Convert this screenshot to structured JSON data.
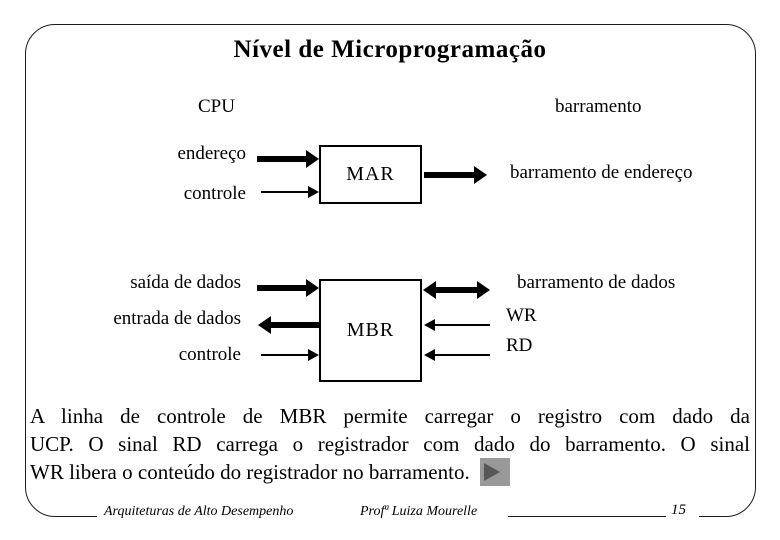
{
  "title": "Nível de Microprogramação",
  "diagram": {
    "cpu_label": "CPU",
    "bus_label": "barramento",
    "mar": {
      "name": "MAR",
      "input_address": "endereço",
      "input_control": "controle",
      "output_bus": "barramento de endereço"
    },
    "mbr": {
      "name": "MBR",
      "input_data_out": "saída de dados",
      "output_data_in": "entrada de dados",
      "input_control": "controle",
      "data_bus": "barramento de dados",
      "signal_wr": "WR",
      "signal_rd": "RD"
    }
  },
  "paragraph": {
    "lines": [
      "A linha de controle de MBR permite carregar o registro com dado da",
      "UCP. O sinal RD carrega o registrador com dado do barramento. O sinal",
      "WR libera o conteúdo do registrador no barramento."
    ]
  },
  "footer": {
    "course": "Arquiteturas de Alto Desempenho",
    "author": "Profª Luiza Mourelle",
    "page_number": "15"
  },
  "icons": {
    "next_button": "play-right-arrow"
  },
  "colors": {
    "text": "#000000",
    "next_button_bg": "#999999",
    "next_button_arrow": "#575757"
  }
}
